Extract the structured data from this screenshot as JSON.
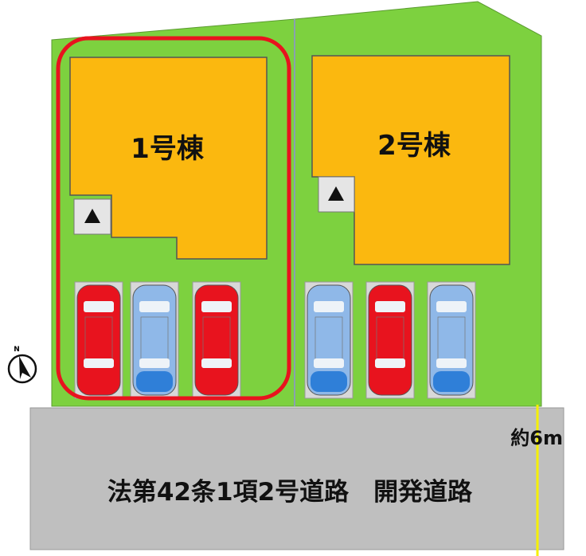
{
  "buildings": [
    {
      "label": "1号棟"
    },
    {
      "label": "2号棟"
    }
  ],
  "road": {
    "label": "法第42条1項2号道路　開発道路",
    "width_label": "約6m"
  },
  "compass": {
    "label": "N"
  },
  "colors": {
    "lot": "#7dd13f",
    "building": "#fbb80f",
    "highlight": "#e8131e",
    "road": "#bfbfbf",
    "width_line": "#f5f000",
    "car_red": "#e8131e",
    "car_blue": "#8fb8e8"
  },
  "parking": {
    "lot1": [
      "red",
      "blue",
      "red"
    ],
    "lot2": [
      "blue",
      "red",
      "blue"
    ]
  }
}
